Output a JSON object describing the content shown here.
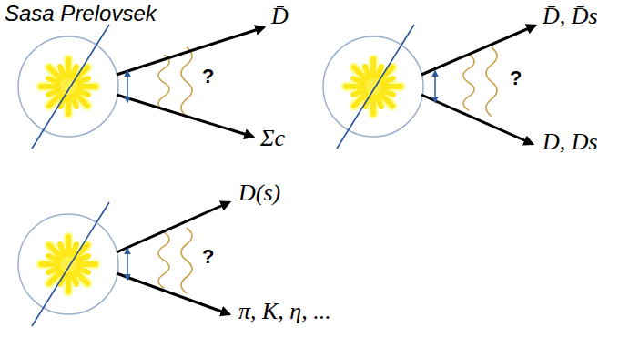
{
  "diagram": {
    "labels": [
      "Sasa Prelovsek",
      "D̄",
      "?",
      "Σc",
      "D̄, D̄s",
      "?",
      "D, Ds",
      "D(s)",
      "?",
      "π, K, η, ..."
    ]
  }
}
